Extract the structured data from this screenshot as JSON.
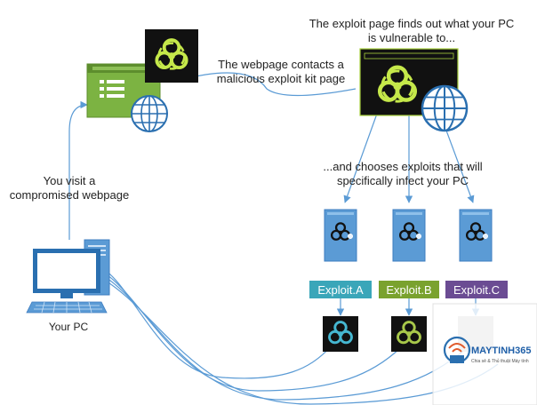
{
  "text": {
    "visit_line1": "You visit a",
    "visit_line2": "compromised webpage",
    "contacts_line1": "The webpage contacts a",
    "contacts_line2": "malicious exploit kit page",
    "finds_line1": "The exploit page finds out what your PC",
    "finds_line2": "is vulnerable to...",
    "chooses_line1": "...and chooses exploits that will",
    "chooses_line2": "specifically infect your PC",
    "your_pc": "Your PC"
  },
  "exploits": [
    {
      "label": "Exploit.A",
      "color": "#3aa6b9",
      "glow": "#45b7d1"
    },
    {
      "label": "Exploit.B",
      "color": "#7aa22e",
      "glow": "#a8c84a"
    },
    {
      "label": "Exploit.C",
      "color": "#6b4c93",
      "glow": "#b0b0b0"
    }
  ],
  "watermark": {
    "brand": "MAYTINH365",
    "tagline": "Chia sẻ & Thủ thuật Máy tính"
  },
  "colors": {
    "arrow": "#5b9bd5",
    "web_green": "#7cb342",
    "server_blue": "#5b9bd5",
    "biohazard": "#c5e84a",
    "dark": "#111111"
  },
  "icons": [
    "biohazard-icon",
    "globe-icon",
    "computer-icon",
    "server-icon",
    "browser-window-icon"
  ]
}
